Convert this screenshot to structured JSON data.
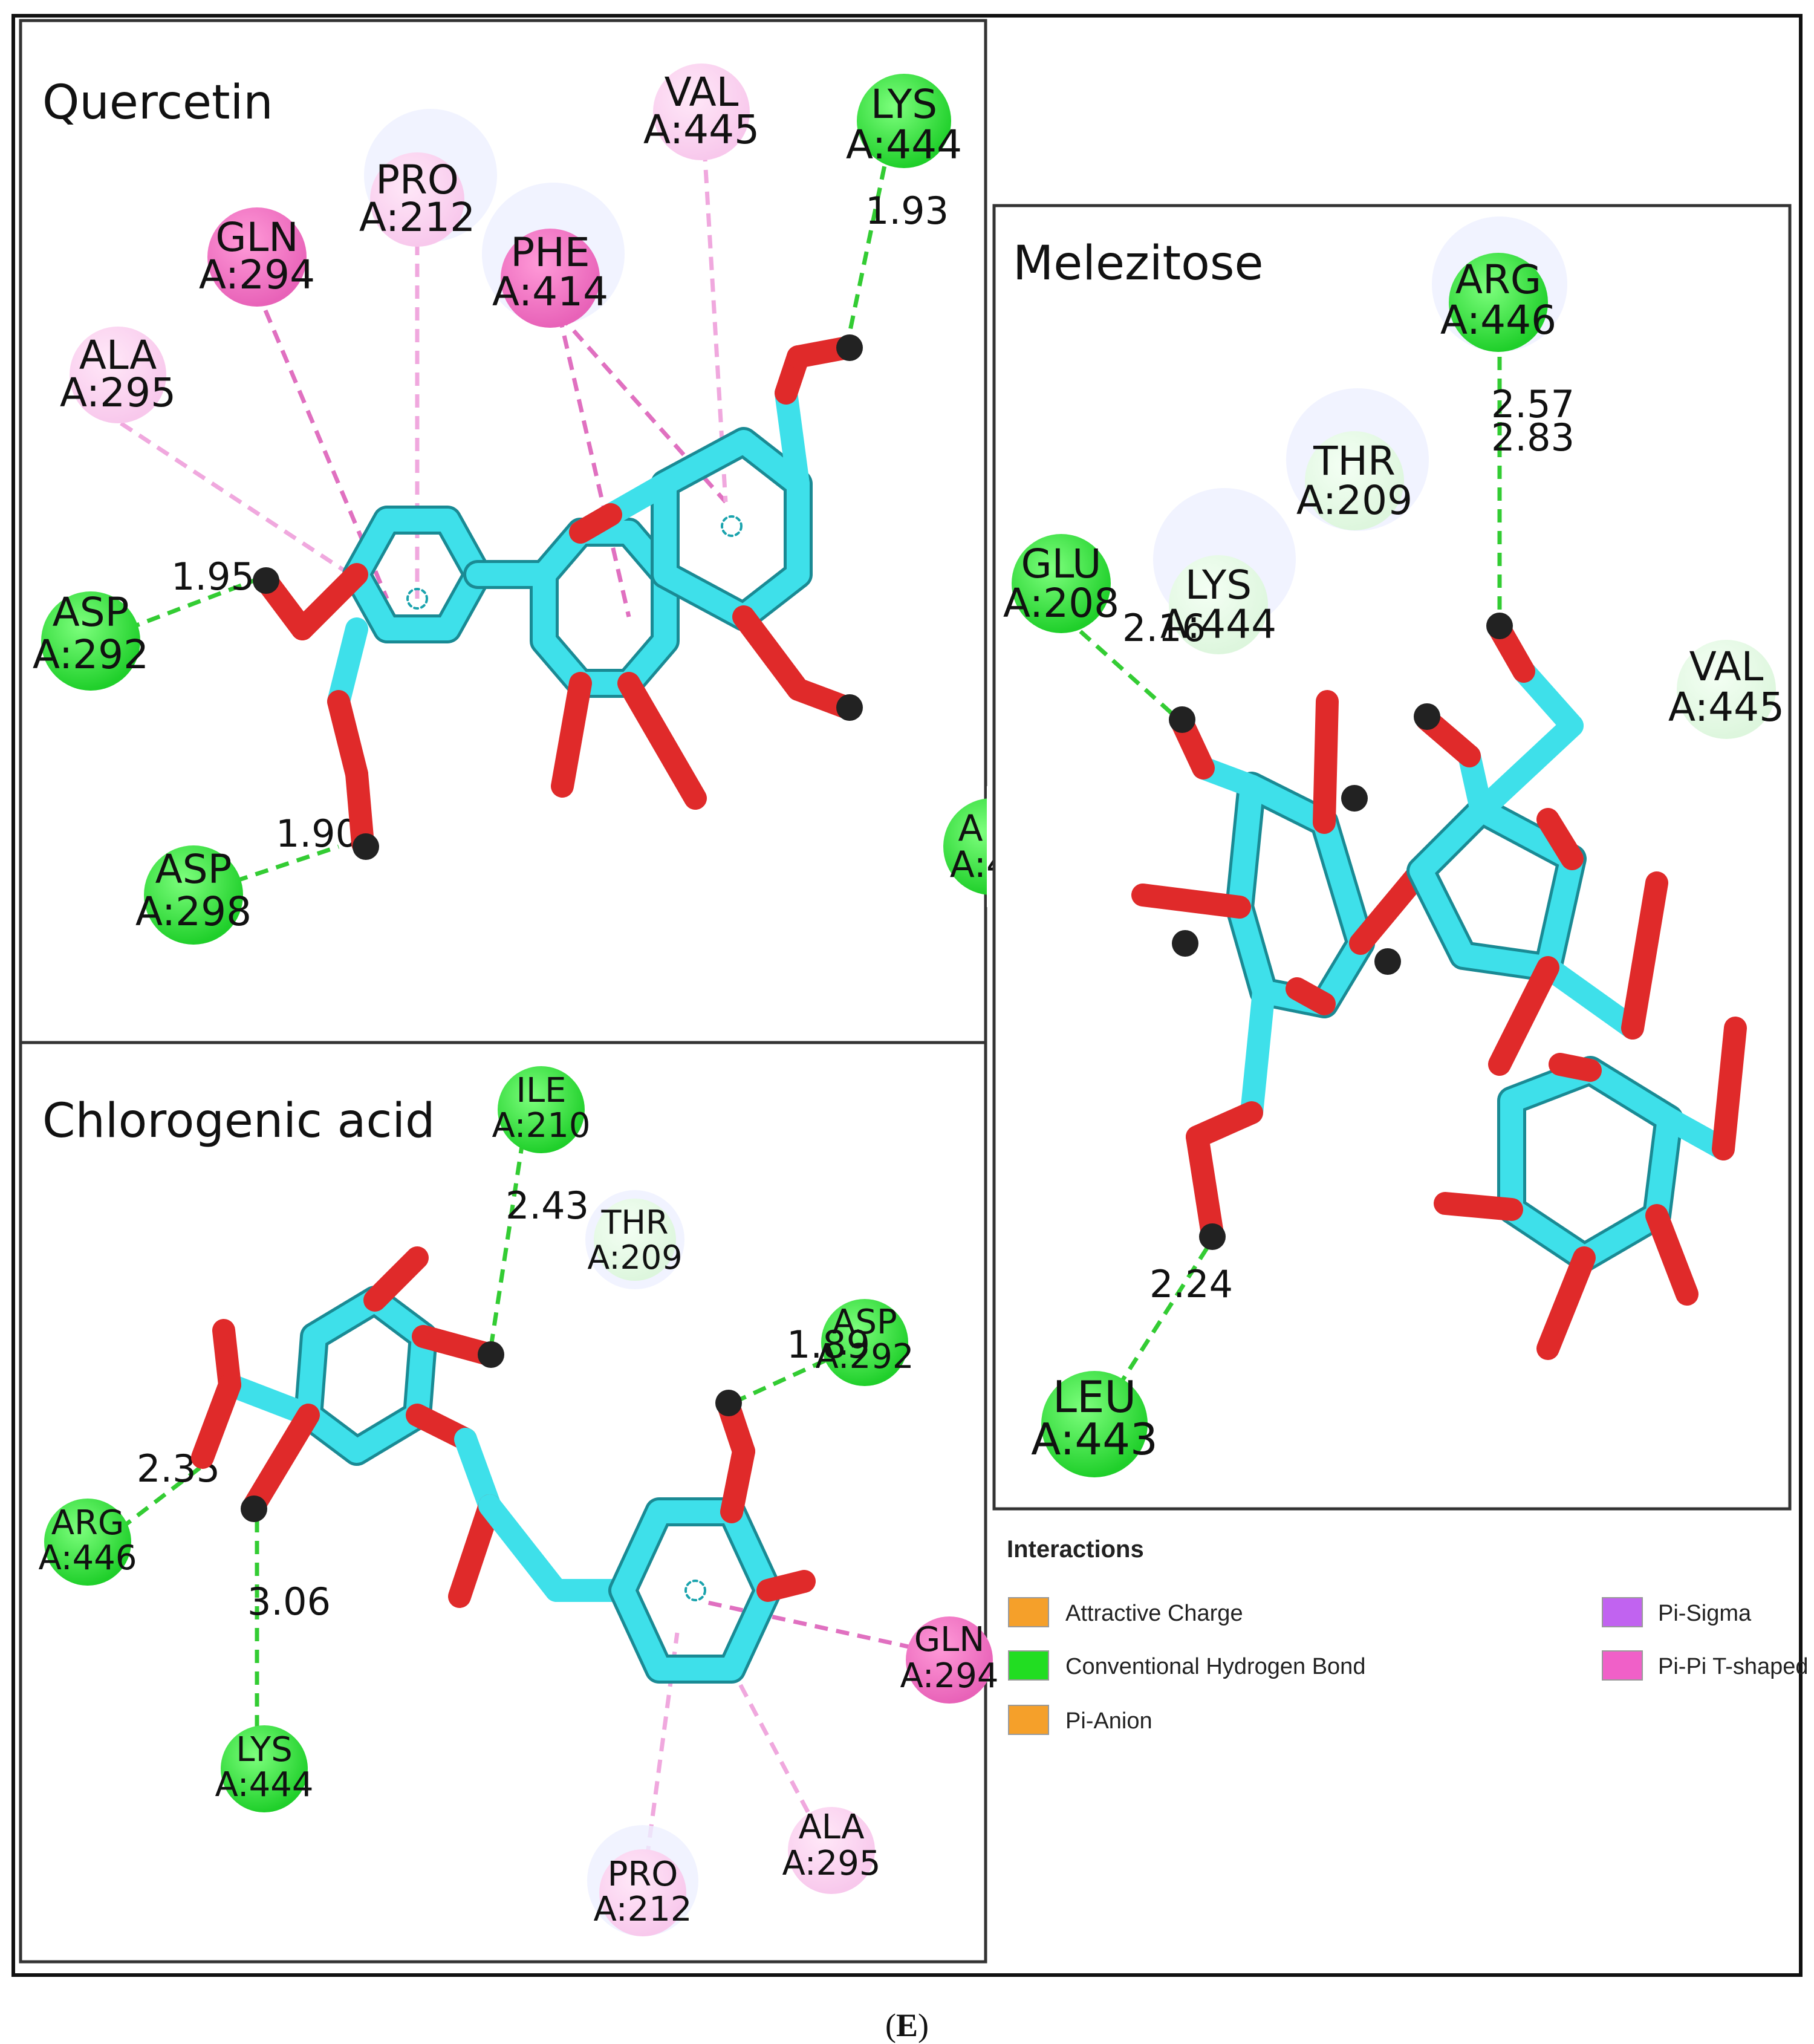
{
  "panels": {
    "quercetin": {
      "title": "Quercetin",
      "residues": [
        {
          "name": "ALA",
          "num": "A:295",
          "type": "pi_weak"
        },
        {
          "name": "GLN",
          "num": "A:294",
          "type": "pi_strong"
        },
        {
          "name": "PRO",
          "num": "A:212",
          "type": "pi_weak"
        },
        {
          "name": "PHE",
          "num": "A:414",
          "type": "pi_strong"
        },
        {
          "name": "VAL",
          "num": "A:445",
          "type": "pi_weak"
        },
        {
          "name": "LYS",
          "num": "A:444",
          "type": "hbond"
        },
        {
          "name": "ASP",
          "num": "A:292",
          "type": "hbond"
        },
        {
          "name": "ASP",
          "num": "A:298",
          "type": "hbond"
        },
        {
          "name": "A",
          "num": "A:4",
          "type": "hbond_partial"
        }
      ],
      "distances": [
        "1.93",
        "1.95",
        "1.90"
      ]
    },
    "chlorogenic": {
      "title": "Chlorogenic acid",
      "residues": [
        {
          "name": "ILE",
          "num": "A:210",
          "type": "hbond"
        },
        {
          "name": "THR",
          "num": "A:209",
          "type": "vdw"
        },
        {
          "name": "ASP",
          "num": "A:292",
          "type": "hbond"
        },
        {
          "name": "ARG",
          "num": "A:446",
          "type": "hbond"
        },
        {
          "name": "LYS",
          "num": "A:444",
          "type": "hbond"
        },
        {
          "name": "GLN",
          "num": "A:294",
          "type": "pi_strong"
        },
        {
          "name": "PRO",
          "num": "A:212",
          "type": "pi_weak"
        },
        {
          "name": "ALA",
          "num": "A:295",
          "type": "pi_weak"
        }
      ],
      "distances": [
        "2.43",
        "1.89",
        "2.35",
        "3.06"
      ]
    },
    "melezitose": {
      "title": "Melezitose",
      "residues": [
        {
          "name": "ARG",
          "num": "A:446",
          "type": "hbond"
        },
        {
          "name": "THR",
          "num": "A:209",
          "type": "vdw"
        },
        {
          "name": "GLU",
          "num": "A:208",
          "type": "hbond"
        },
        {
          "name": "LYS",
          "num": "A:444",
          "type": "vdw"
        },
        {
          "name": "VAL",
          "num": "A:445",
          "type": "vdw"
        },
        {
          "name": "LEU",
          "num": "A:443",
          "type": "hbond"
        }
      ],
      "distances": [
        "2.57",
        "2.83",
        "2.16",
        "2.24"
      ]
    }
  },
  "legend": {
    "title": "Interactions",
    "items": [
      {
        "label": "Attractive Charge",
        "color": "#f5a02a"
      },
      {
        "label": "Conventional Hydrogen Bond",
        "color": "#22dd22"
      },
      {
        "label": "Pi-Anion",
        "color": "#f5a02a"
      },
      {
        "label": "Pi-Sigma",
        "color": "#c163f0"
      },
      {
        "label": "Pi-Pi T-shaped",
        "color": "#f060c8"
      }
    ]
  },
  "caption": {
    "open": "(",
    "letter": "E",
    "close": ")"
  },
  "colors": {
    "carbon": "#3ee0ea",
    "oxygen": "#e02a2a",
    "hydrogen": "#222222",
    "hbond_line": "#33cc33",
    "pi_line": "#e070c0",
    "pi_weak_line": "#f0a8de"
  }
}
